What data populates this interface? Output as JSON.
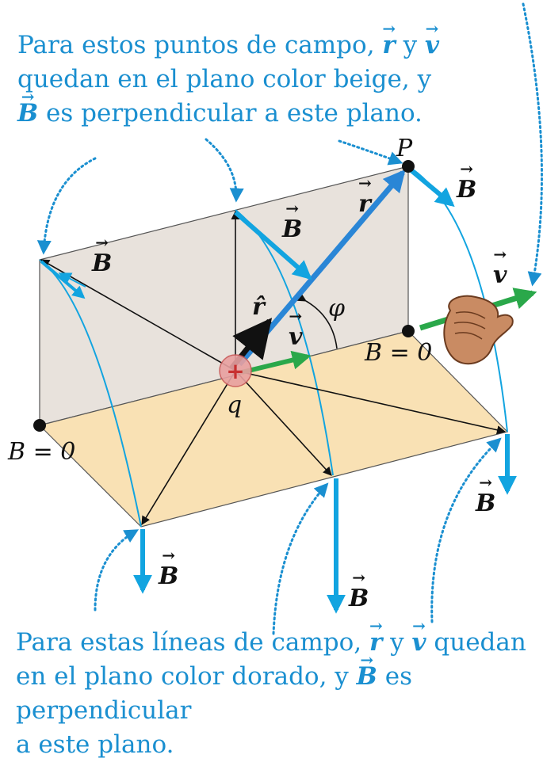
{
  "caption_top": {
    "part1": "Para estos puntos de campo, ",
    "r": "r",
    "part2": " y ",
    "v": "v",
    "part3": "quedan en el plano color beige, y",
    "B": "B",
    "part4": " es perpendicular a este plano."
  },
  "caption_bottom": {
    "part1": "Para estas líneas de campo, ",
    "r": "r",
    "part2": " y ",
    "v": "v",
    "part3": " quedan en el plano color dorado, y ",
    "B": "B",
    "part4": " es perpendicular",
    "part5": "a este plano."
  },
  "labels": {
    "P": "P",
    "q": "q",
    "phi": "φ",
    "r_hat": "r̂",
    "r_vec": "r",
    "v_vec": "v",
    "B_vec": "B",
    "B_zero": "B = 0"
  },
  "colors": {
    "caption": "#1a8fd0",
    "field_vector": "#12a4e0",
    "position_vector": "#2a86d6",
    "velocity_vector": "#2aa84a",
    "vertical_plane": "#e8e2dc",
    "horizontal_plane": "#f9e1b4",
    "charge": "#e8a0a0"
  }
}
